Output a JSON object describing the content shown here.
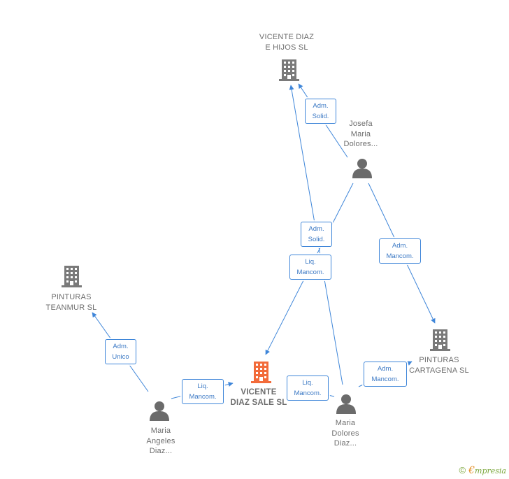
{
  "colors": {
    "edge": "#3f86d9",
    "building": "#7a7a7a",
    "building_main": "#f26b3a",
    "person": "#6b6b6b",
    "brand_green": "#7aa63a",
    "brand_orange": "#e38a1c"
  },
  "nodes": {
    "vicente_diaz_hijos": {
      "label": "VICENTE DIAZ\nE HIJOS SL",
      "icon": "building-icon"
    },
    "josefa": {
      "label": "Josefa\nMaria\nDolores...",
      "icon": "person-icon"
    },
    "pinturas_teanmur": {
      "label": "PINTURAS\nTEANMUR SL",
      "icon": "building-icon"
    },
    "pinturas_cartagena": {
      "label": "PINTURAS\nCARTAGENA SL",
      "icon": "building-icon"
    },
    "vicente_diaz_sale": {
      "label": "VICENTE\nDIAZ SALE SL",
      "icon": "building-icon"
    },
    "maria_angeles": {
      "label": "Maria\nAngeles\nDiaz...",
      "icon": "person-icon"
    },
    "maria_dolores": {
      "label": "Maria\nDolores\nDiaz...",
      "icon": "person-icon"
    }
  },
  "edges": {
    "josefa_to_hijos": "Adm.\nSolid.",
    "dolores_to_hijos": "Adm.\nSolid.",
    "josefa_to_sale": "Liq.\nMancom.",
    "josefa_to_cartagena": "Adm.\nMancom.",
    "angeles_to_teanmur": "Adm.\nUnico",
    "angeles_to_sale": "Liq.\nMancom.",
    "dolores_to_sale": "Liq.\nMancom.",
    "dolores_to_cartagena": "Adm.\nMancom."
  },
  "footer": {
    "copyright": "©",
    "brand_first": "€",
    "brand_rest": "mpresia"
  }
}
